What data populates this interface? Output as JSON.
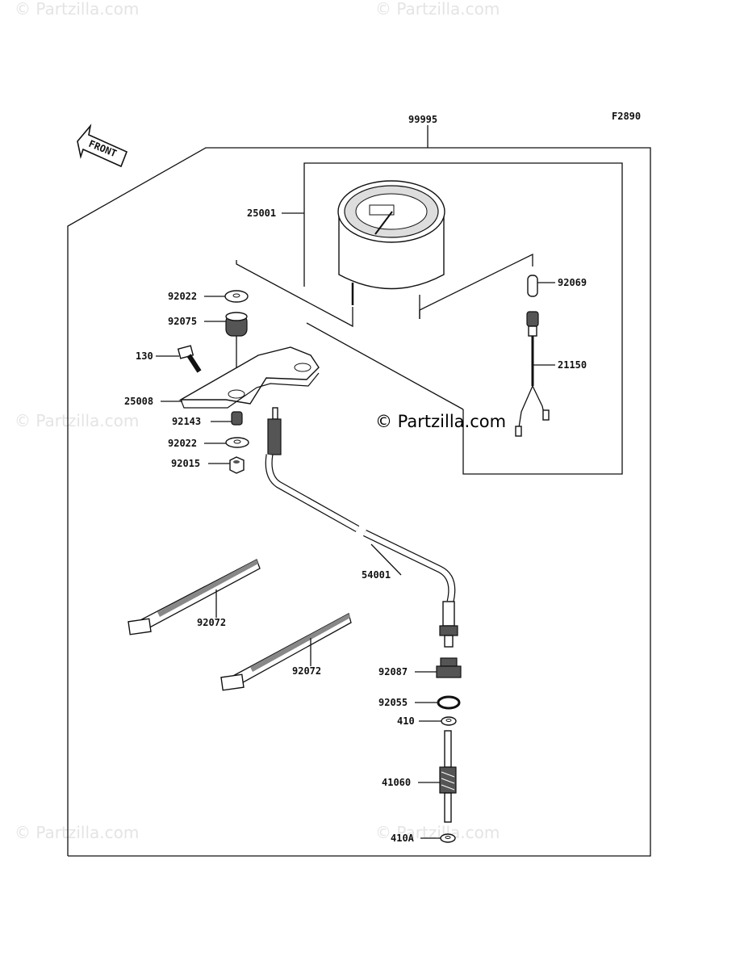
{
  "figure_code": "F2890",
  "front_label": "FRONT",
  "watermark_text": "© Partzilla.com",
  "center_watermark": "© Partzilla.com",
  "callouts": {
    "assembly": "99995",
    "meter": "25001",
    "washer_top": "92022",
    "grommet": "92075",
    "bolt": "130",
    "bracket": "25008",
    "collar": "92143",
    "washer_bottom": "92022",
    "nut": "92015",
    "bulb": "92069",
    "socket": "21150",
    "cable": "54001",
    "band_1": "92072",
    "band_2": "92072",
    "bushing": "92087",
    "o_ring": "92055",
    "washer_410": "410",
    "gear": "41060",
    "washer_410a": "410A"
  }
}
